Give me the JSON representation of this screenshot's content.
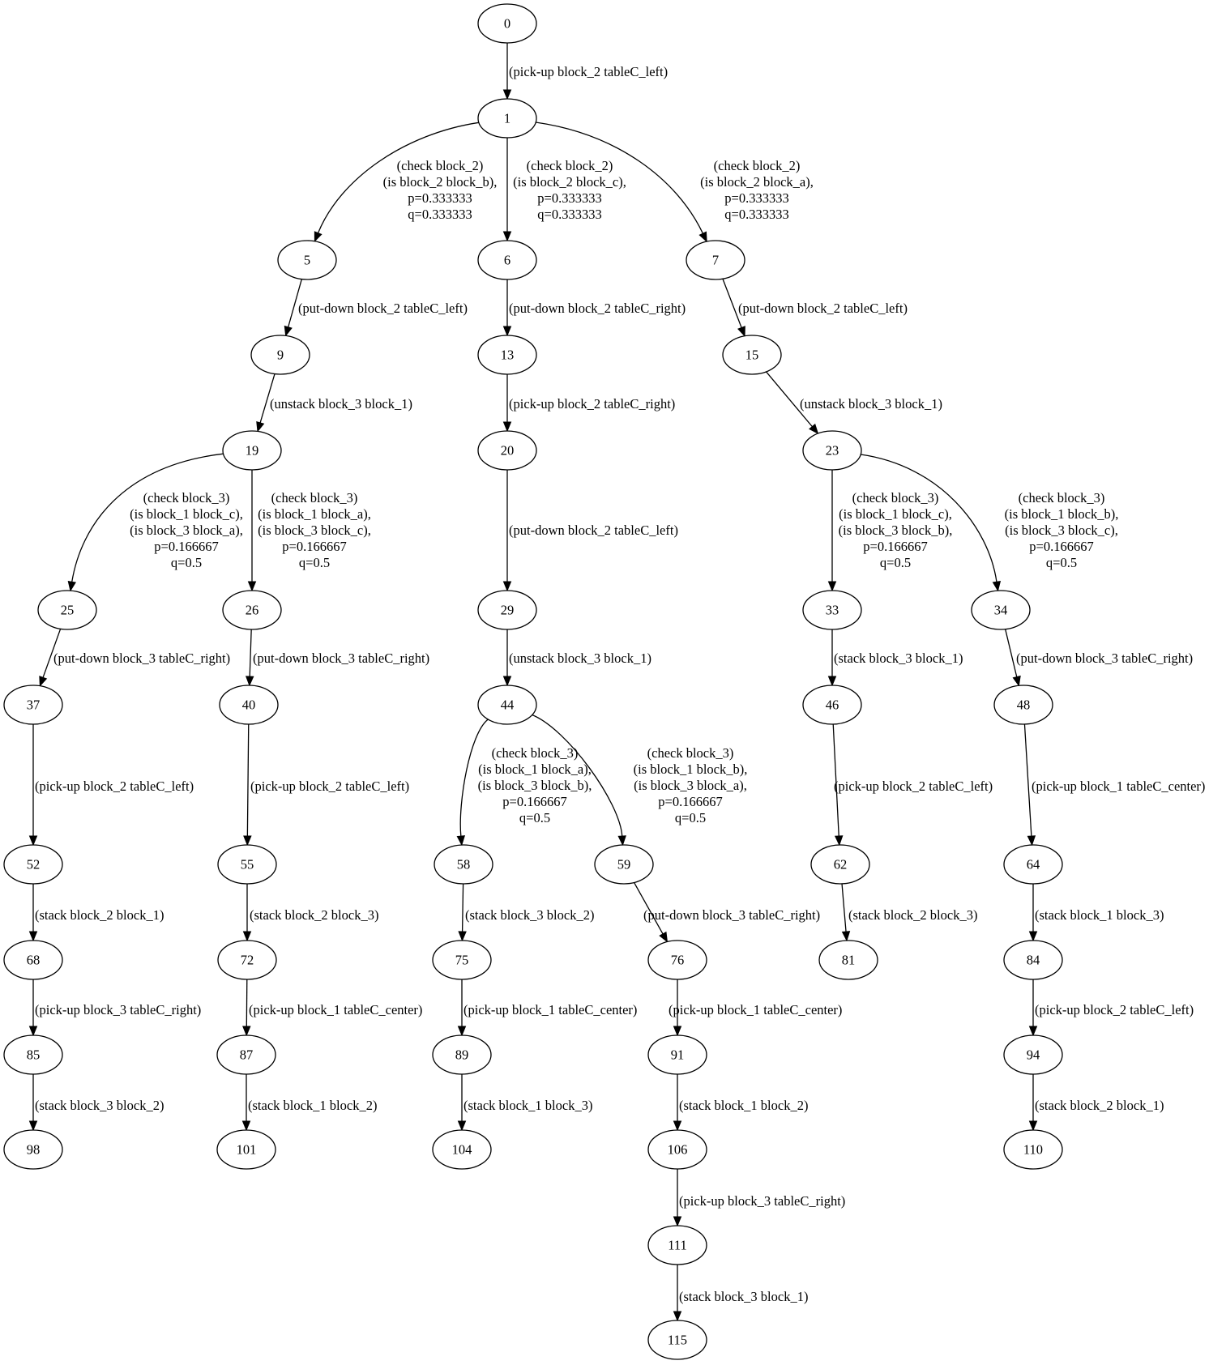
{
  "nodes": [
    {
      "id": "0",
      "label": "0"
    },
    {
      "id": "1",
      "label": "1"
    },
    {
      "id": "5",
      "label": "5"
    },
    {
      "id": "6",
      "label": "6"
    },
    {
      "id": "7",
      "label": "7"
    },
    {
      "id": "9",
      "label": "9"
    },
    {
      "id": "13",
      "label": "13"
    },
    {
      "id": "15",
      "label": "15"
    },
    {
      "id": "19",
      "label": "19"
    },
    {
      "id": "20",
      "label": "20"
    },
    {
      "id": "23",
      "label": "23"
    },
    {
      "id": "25",
      "label": "25"
    },
    {
      "id": "26",
      "label": "26"
    },
    {
      "id": "29",
      "label": "29"
    },
    {
      "id": "33",
      "label": "33"
    },
    {
      "id": "34",
      "label": "34"
    },
    {
      "id": "37",
      "label": "37"
    },
    {
      "id": "40",
      "label": "40"
    },
    {
      "id": "44",
      "label": "44"
    },
    {
      "id": "46",
      "label": "46"
    },
    {
      "id": "48",
      "label": "48"
    },
    {
      "id": "52",
      "label": "52"
    },
    {
      "id": "55",
      "label": "55"
    },
    {
      "id": "58",
      "label": "58"
    },
    {
      "id": "59",
      "label": "59"
    },
    {
      "id": "62",
      "label": "62"
    },
    {
      "id": "64",
      "label": "64"
    },
    {
      "id": "68",
      "label": "68"
    },
    {
      "id": "72",
      "label": "72"
    },
    {
      "id": "75",
      "label": "75"
    },
    {
      "id": "76",
      "label": "76"
    },
    {
      "id": "81",
      "label": "81"
    },
    {
      "id": "84",
      "label": "84"
    },
    {
      "id": "85",
      "label": "85"
    },
    {
      "id": "87",
      "label": "87"
    },
    {
      "id": "89",
      "label": "89"
    },
    {
      "id": "91",
      "label": "91"
    },
    {
      "id": "94",
      "label": "94"
    },
    {
      "id": "98",
      "label": "98"
    },
    {
      "id": "101",
      "label": "101"
    },
    {
      "id": "104",
      "label": "104"
    },
    {
      "id": "106",
      "label": "106"
    },
    {
      "id": "110",
      "label": "110"
    },
    {
      "id": "111",
      "label": "111"
    },
    {
      "id": "115",
      "label": "115"
    }
  ],
  "edges": [
    {
      "from": "0",
      "to": "1",
      "label": [
        "(pick-up block_2 tableC_left)"
      ]
    },
    {
      "from": "1",
      "to": "5",
      "label": [
        "(check block_2)",
        "(is block_2 block_b),",
        "p=0.333333",
        "q=0.333333"
      ]
    },
    {
      "from": "1",
      "to": "6",
      "label": [
        "(check block_2)",
        "(is block_2 block_c),",
        "p=0.333333",
        "q=0.333333"
      ]
    },
    {
      "from": "1",
      "to": "7",
      "label": [
        "(check block_2)",
        "(is block_2 block_a),",
        "p=0.333333",
        "q=0.333333"
      ]
    },
    {
      "from": "5",
      "to": "9",
      "label": [
        "(put-down block_2 tableC_left)"
      ]
    },
    {
      "from": "6",
      "to": "13",
      "label": [
        "(put-down block_2 tableC_right)"
      ]
    },
    {
      "from": "7",
      "to": "15",
      "label": [
        "(put-down block_2 tableC_left)"
      ]
    },
    {
      "from": "9",
      "to": "19",
      "label": [
        "(unstack block_3 block_1)"
      ]
    },
    {
      "from": "13",
      "to": "20",
      "label": [
        "(pick-up block_2 tableC_right)"
      ]
    },
    {
      "from": "15",
      "to": "23",
      "label": [
        "(unstack block_3 block_1)"
      ]
    },
    {
      "from": "19",
      "to": "25",
      "label": [
        "(check block_3)",
        "(is block_1 block_c),",
        "(is block_3 block_a),",
        "p=0.166667",
        "q=0.5"
      ]
    },
    {
      "from": "19",
      "to": "26",
      "label": [
        "(check block_3)",
        "(is block_1 block_a),",
        "(is block_3 block_c),",
        "p=0.166667",
        "q=0.5"
      ]
    },
    {
      "from": "20",
      "to": "29",
      "label": [
        "(put-down block_2 tableC_left)"
      ]
    },
    {
      "from": "23",
      "to": "33",
      "label": [
        "(check block_3)",
        "(is block_1 block_c),",
        "(is block_3 block_b),",
        "p=0.166667",
        "q=0.5"
      ]
    },
    {
      "from": "23",
      "to": "34",
      "label": [
        "(check block_3)",
        "(is block_1 block_b),",
        "(is block_3 block_c),",
        "p=0.166667",
        "q=0.5"
      ]
    },
    {
      "from": "25",
      "to": "37",
      "label": [
        "(put-down block_3 tableC_right)"
      ]
    },
    {
      "from": "26",
      "to": "40",
      "label": [
        "(put-down block_3 tableC_right)"
      ]
    },
    {
      "from": "29",
      "to": "44",
      "label": [
        "(unstack block_3 block_1)"
      ]
    },
    {
      "from": "33",
      "to": "46",
      "label": [
        "(stack block_3 block_1)"
      ]
    },
    {
      "from": "34",
      "to": "48",
      "label": [
        "(put-down block_3 tableC_right)"
      ]
    },
    {
      "from": "37",
      "to": "52",
      "label": [
        "(pick-up block_2 tableC_left)"
      ]
    },
    {
      "from": "40",
      "to": "55",
      "label": [
        "(pick-up block_2 tableC_left)"
      ]
    },
    {
      "from": "44",
      "to": "58",
      "label": [
        "(check block_3)",
        "(is block_1 block_a),",
        "(is block_3 block_b),",
        "p=0.166667",
        "q=0.5"
      ]
    },
    {
      "from": "44",
      "to": "59",
      "label": [
        "(check block_3)",
        "(is block_1 block_b),",
        "(is block_3 block_a),",
        "p=0.166667",
        "q=0.5"
      ]
    },
    {
      "from": "46",
      "to": "62",
      "label": [
        "(pick-up block_2 tableC_left)"
      ]
    },
    {
      "from": "48",
      "to": "64",
      "label": [
        "(pick-up block_1 tableC_center)"
      ]
    },
    {
      "from": "52",
      "to": "68",
      "label": [
        "(stack block_2 block_1)"
      ]
    },
    {
      "from": "55",
      "to": "72",
      "label": [
        "(stack block_2 block_3)"
      ]
    },
    {
      "from": "58",
      "to": "75",
      "label": [
        "(stack block_3 block_2)"
      ]
    },
    {
      "from": "59",
      "to": "76",
      "label": [
        "(put-down block_3 tableC_right)"
      ]
    },
    {
      "from": "62",
      "to": "81",
      "label": [
        "(stack block_2 block_3)"
      ]
    },
    {
      "from": "64",
      "to": "84",
      "label": [
        "(stack block_1 block_3)"
      ]
    },
    {
      "from": "68",
      "to": "85",
      "label": [
        "(pick-up block_3 tableC_right)"
      ]
    },
    {
      "from": "72",
      "to": "87",
      "label": [
        "(pick-up block_1 tableC_center)"
      ]
    },
    {
      "from": "75",
      "to": "89",
      "label": [
        "(pick-up block_1 tableC_center)"
      ]
    },
    {
      "from": "76",
      "to": "91",
      "label": [
        "(pick-up block_1 tableC_center)"
      ]
    },
    {
      "from": "84",
      "to": "94",
      "label": [
        "(pick-up block_2 tableC_left)"
      ]
    },
    {
      "from": "85",
      "to": "98",
      "label": [
        "(stack block_3 block_2)"
      ]
    },
    {
      "from": "87",
      "to": "101",
      "label": [
        "(stack block_1 block_2)"
      ]
    },
    {
      "from": "89",
      "to": "104",
      "label": [
        "(stack block_1 block_3)"
      ]
    },
    {
      "from": "91",
      "to": "106",
      "label": [
        "(stack block_1 block_2)"
      ]
    },
    {
      "from": "94",
      "to": "110",
      "label": [
        "(stack block_2 block_1)"
      ]
    },
    {
      "from": "106",
      "to": "111",
      "label": [
        "(pick-up block_3 tableC_right)"
      ]
    },
    {
      "from": "111",
      "to": "115",
      "label": [
        "(stack block_3 block_1)"
      ]
    }
  ]
}
